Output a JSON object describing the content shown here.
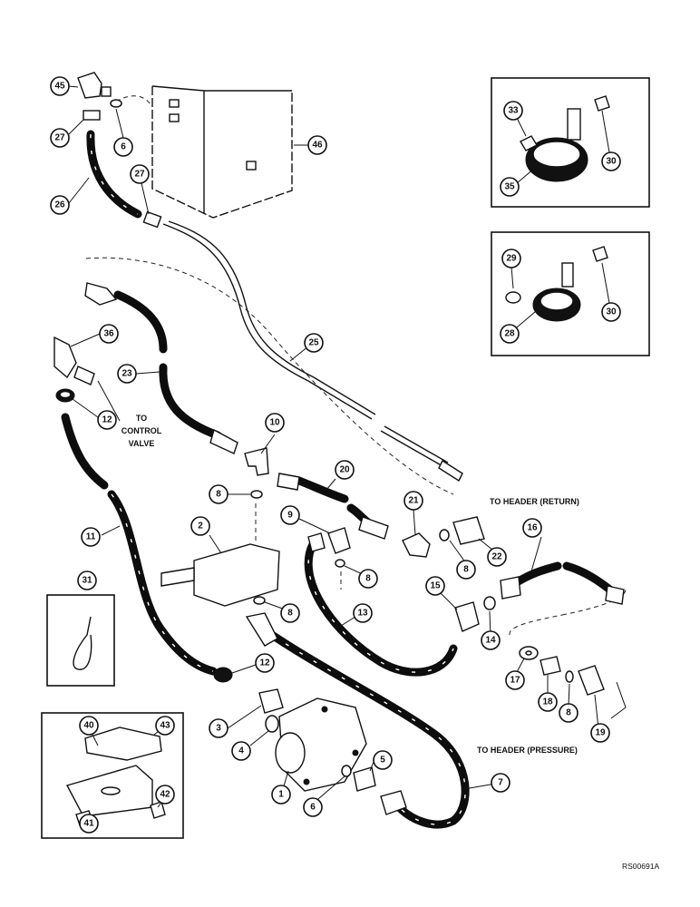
{
  "labels": {
    "to_control_valve_1": "TO",
    "to_control_valve_2": "CONTROL",
    "to_control_valve_3": "VALVE",
    "to_header_return": "TO HEADER (RETURN)",
    "to_header_pressure": "TO HEADER (PRESSURE)",
    "figure_code": "RS00691A"
  },
  "callouts": {
    "c1": "1",
    "c2": "2",
    "c3": "3",
    "c4": "4",
    "c5": "5",
    "c6a": "6",
    "c6b": "6",
    "c7": "7",
    "c8a": "8",
    "c8b": "8",
    "c8c": "8",
    "c8d": "8",
    "c8e": "8",
    "c9": "9",
    "c10": "10",
    "c11": "11",
    "c12a": "12",
    "c12b": "12",
    "c13": "13",
    "c14": "14",
    "c15": "15",
    "c16": "16",
    "c17": "17",
    "c18": "18",
    "c19": "19",
    "c20": "20",
    "c21": "21",
    "c22": "22",
    "c23": "23",
    "c25": "25",
    "c26": "26",
    "c27a": "27",
    "c27b": "27",
    "c28": "28",
    "c29": "29",
    "c30a": "30",
    "c30b": "30",
    "c31": "31",
    "c33": "33",
    "c35": "35",
    "c36": "36",
    "c40": "40",
    "c41": "41",
    "c42": "42",
    "c43": "43",
    "c45": "45",
    "c46": "46"
  }
}
